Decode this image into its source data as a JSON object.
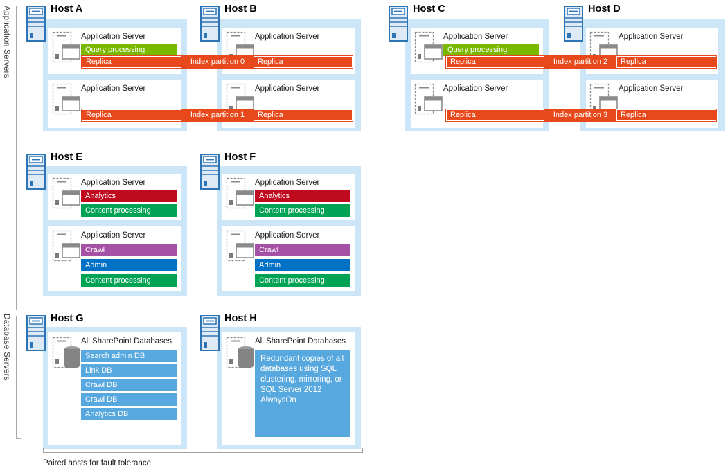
{
  "sidebar": {
    "application_servers_label": "Application Servers",
    "database_servers_label": "Database Servers"
  },
  "footer": {
    "paired_hosts_label": "Paired hosts for fault tolerance"
  },
  "colors": {
    "host_container": "#CDE6F7",
    "band": "#E8491C",
    "db_bar": "#56A8DE",
    "query_green": "#7AB800",
    "analytics_red": "#C00A1E",
    "content_green": "#00A254",
    "crawl_purple": "#A551A5",
    "admin_blue": "#0072C6",
    "tower_blue": "#2E75B6"
  },
  "hosts": [
    {
      "name": "Host A",
      "servers": [
        {
          "title": "Application Server",
          "services": [
            {
              "label": "Query processing",
              "color": "#7AB800"
            }
          ]
        },
        {
          "title": "Application Server",
          "services": []
        }
      ]
    },
    {
      "name": "Host B",
      "servers": [
        {
          "title": "Application Server",
          "services": []
        },
        {
          "title": "Application Server",
          "services": []
        }
      ]
    },
    {
      "name": "Host C",
      "servers": [
        {
          "title": "Application Server",
          "services": [
            {
              "label": "Query processing",
              "color": "#7AB800"
            }
          ]
        },
        {
          "title": "Application Server",
          "services": []
        }
      ]
    },
    {
      "name": "Host D",
      "servers": [
        {
          "title": "Application Server",
          "services": []
        },
        {
          "title": "Application Server",
          "services": []
        }
      ]
    },
    {
      "name": "Host E",
      "servers": [
        {
          "title": "Application Server",
          "services": [
            {
              "label": "Analytics",
              "color": "#C00A1E"
            },
            {
              "label": "Content processing",
              "color": "#00A254"
            }
          ]
        },
        {
          "title": "Application Server",
          "services": [
            {
              "label": "Crawl",
              "color": "#A551A5"
            },
            {
              "label": "Admin",
              "color": "#0072C6"
            },
            {
              "label": "Content processing",
              "color": "#00A254"
            }
          ]
        }
      ]
    },
    {
      "name": "Host F",
      "servers": [
        {
          "title": "Application Server",
          "services": [
            {
              "label": "Analytics",
              "color": "#C00A1E"
            },
            {
              "label": "Content processing",
              "color": "#00A254"
            }
          ]
        },
        {
          "title": "Application Server",
          "services": [
            {
              "label": "Crawl",
              "color": "#A551A5"
            },
            {
              "label": "Admin",
              "color": "#0072C6"
            },
            {
              "label": "Content processing",
              "color": "#00A254"
            }
          ]
        }
      ]
    },
    {
      "name": "Host G",
      "db_title": "All SharePoint Databases",
      "databases": [
        "Search admin DB",
        "Link DB",
        "Crawl DB",
        "Crawl DB",
        "Analytics DB"
      ]
    },
    {
      "name": "Host H",
      "db_title": "All SharePoint Databases",
      "note": "Redundant copies of all databases using SQL clustering, mirroring, or SQL Server 2012 AlwaysOn"
    }
  ],
  "index_partitions": [
    {
      "label": "Index partition 0",
      "left_replica": "Replica",
      "right_replica": "Replica"
    },
    {
      "label": "Index partition 1",
      "left_replica": "Replica",
      "right_replica": "Replica"
    },
    {
      "label": "Index partition 2",
      "left_replica": "Replica",
      "right_replica": "Replica"
    },
    {
      "label": "Index partition 3",
      "left_replica": "Replica",
      "right_replica": "Replica"
    }
  ]
}
